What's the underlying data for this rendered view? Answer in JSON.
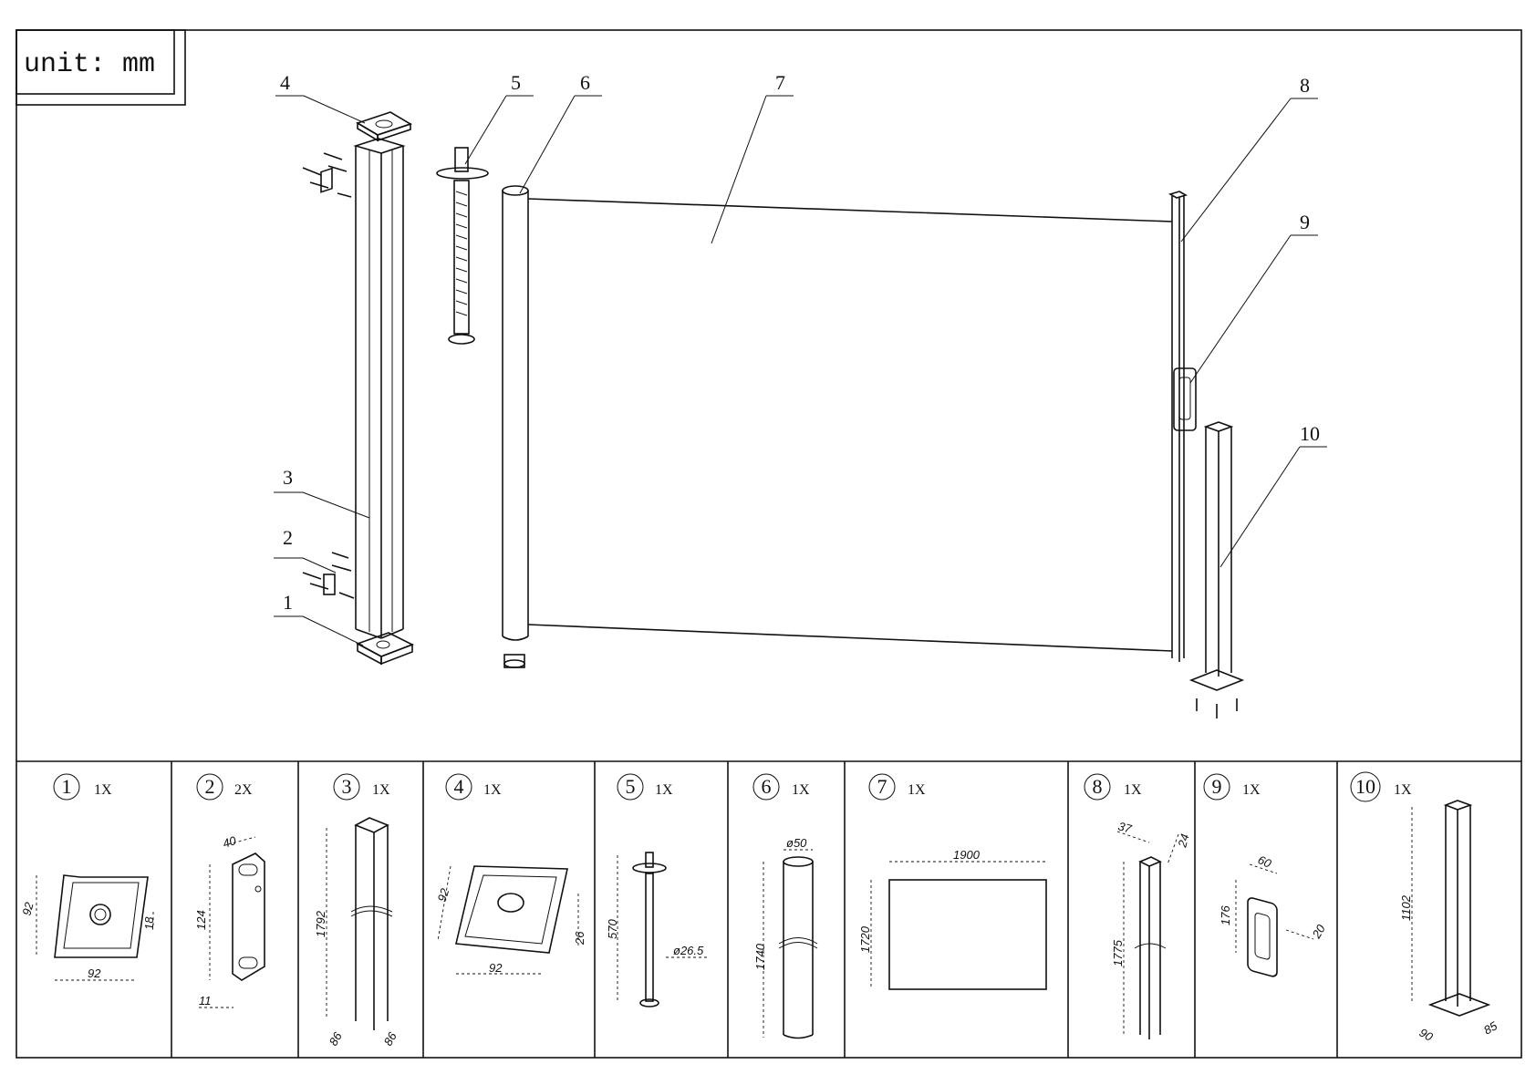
{
  "unit_label": "unit: mm",
  "callouts": [
    "4",
    "5",
    "6",
    "7",
    "8",
    "9",
    "3",
    "2",
    "1",
    "10"
  ],
  "parts": [
    {
      "num": "1",
      "qty": "1X",
      "dims": [
        "92",
        "92",
        "18"
      ]
    },
    {
      "num": "2",
      "qty": "2X",
      "dims": [
        "40",
        "124",
        "11"
      ]
    },
    {
      "num": "3",
      "qty": "1X",
      "dims": [
        "1792",
        "86",
        "86"
      ]
    },
    {
      "num": "4",
      "qty": "1X",
      "dims": [
        "92",
        "92",
        "26"
      ]
    },
    {
      "num": "5",
      "qty": "1X",
      "dims": [
        "570",
        "ø26.5"
      ]
    },
    {
      "num": "6",
      "qty": "1X",
      "dims": [
        "ø50",
        "1740"
      ]
    },
    {
      "num": "7",
      "qty": "1X",
      "dims": [
        "1900",
        "1720"
      ]
    },
    {
      "num": "8",
      "qty": "1X",
      "dims": [
        "37",
        "24",
        "1775"
      ]
    },
    {
      "num": "9",
      "qty": "1X",
      "dims": [
        "60",
        "176",
        "20"
      ]
    },
    {
      "num": "10",
      "qty": "1X",
      "dims": [
        "1102",
        "90",
        "85"
      ]
    }
  ]
}
